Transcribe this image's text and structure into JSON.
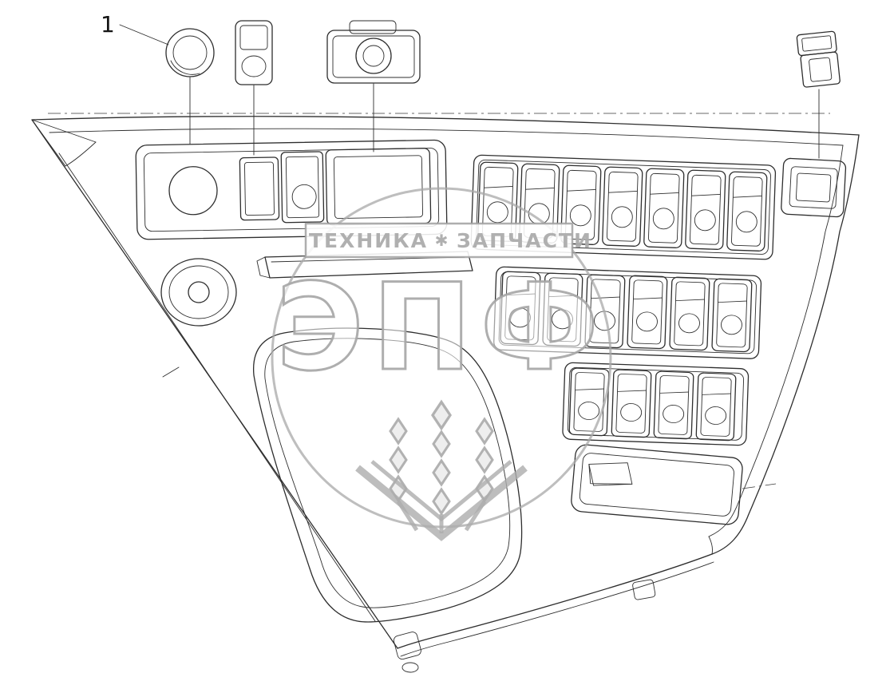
{
  "page": {
    "background": "#ffffff",
    "line_color": "#2e2e2e"
  },
  "callout": {
    "label": "1"
  },
  "watermark": {
    "banner_left": "ТЕХНИКА",
    "separator": "✱",
    "banner_right": "ЗАПЧАСТИ",
    "logo": "ЭПФ",
    "color": "#b5b5b5"
  },
  "diagram": {
    "switch_rows": [
      7,
      6,
      4
    ]
  }
}
